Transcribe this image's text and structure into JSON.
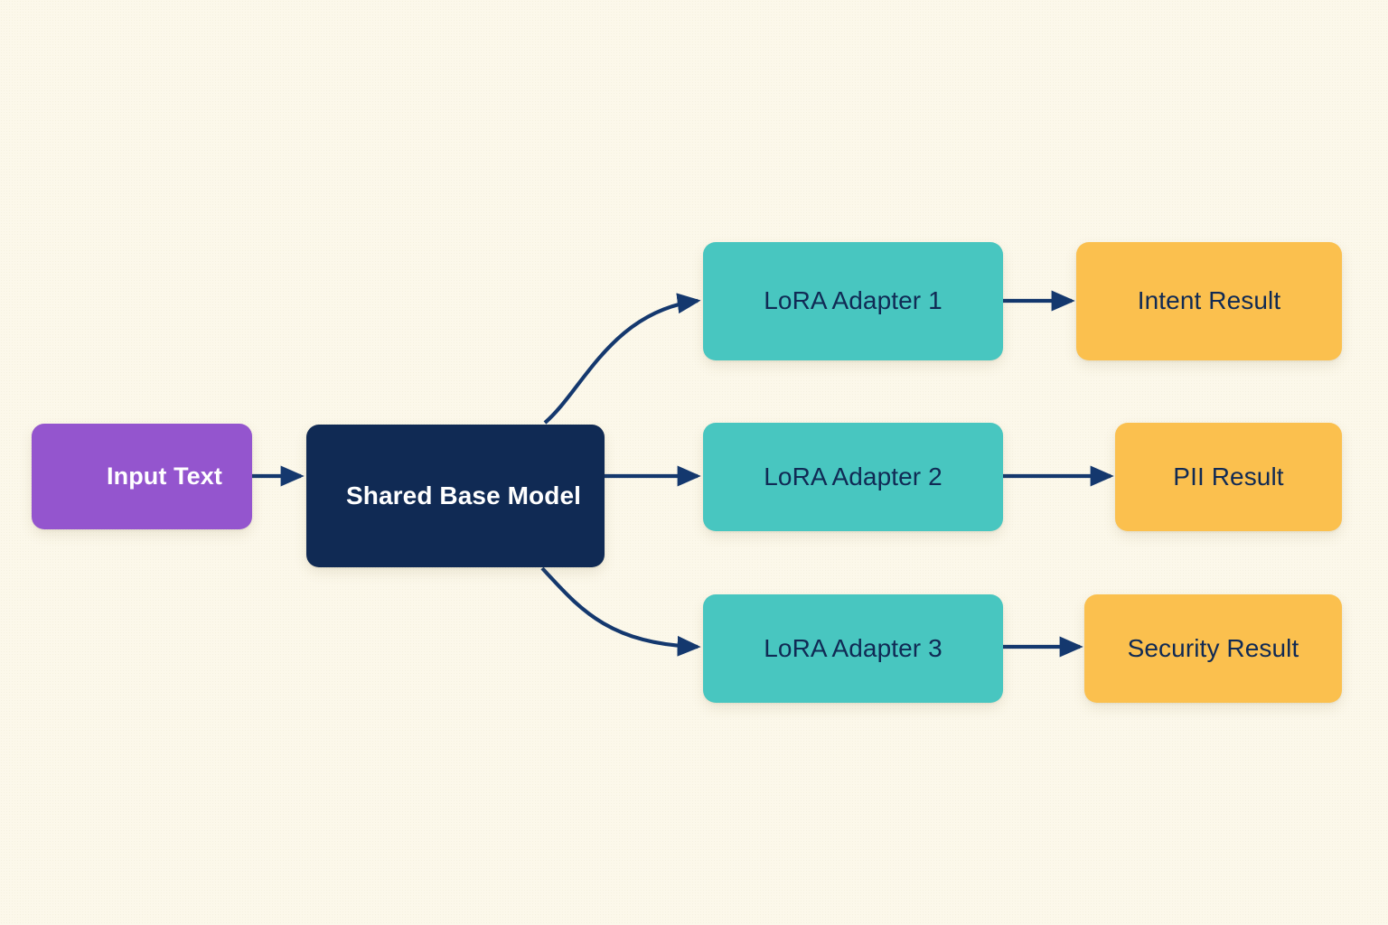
{
  "diagram": {
    "title": "Shared base model with LoRA adapters routing",
    "background_color": "#FCF8EA",
    "edge_color": "#14386E",
    "nodes": [
      {
        "id": "input",
        "label": "Input Text",
        "fill": "#9455CE",
        "text_color": "#FFFFFF",
        "shape": "rounded-rect",
        "align": "center"
      },
      {
        "id": "base",
        "label": "Shared Base Model",
        "fill": "#102A54",
        "text_color": "#FFFFFF",
        "shape": "rounded-rect",
        "align": "left"
      },
      {
        "id": "lora1",
        "label": "LoRA Adapter 1",
        "fill": "#48C6C0",
        "text_color": "#102A54",
        "shape": "rounded-rect",
        "align": "center"
      },
      {
        "id": "lora2",
        "label": "LoRA Adapter 2",
        "fill": "#48C6C0",
        "text_color": "#102A54",
        "shape": "rounded-rect",
        "align": "center"
      },
      {
        "id": "lora3",
        "label": "LoRA Adapter 3",
        "fill": "#48C6C0",
        "text_color": "#102A54",
        "shape": "rounded-rect",
        "align": "center"
      },
      {
        "id": "result1",
        "label": "Intent Result",
        "fill": "#FBC04E",
        "text_color": "#102A54",
        "shape": "rounded-rect",
        "align": "center"
      },
      {
        "id": "result2",
        "label": "PII Result",
        "fill": "#FBC04E",
        "text_color": "#102A54",
        "shape": "rounded-rect",
        "align": "center"
      },
      {
        "id": "result3",
        "label": "Security Result",
        "fill": "#FBC04E",
        "text_color": "#102A54",
        "shape": "rounded-rect",
        "align": "center"
      }
    ],
    "edges": [
      {
        "from": "input",
        "to": "base",
        "style": "straight",
        "arrow": "end"
      },
      {
        "from": "base",
        "to": "lora1",
        "style": "curved",
        "arrow": "end"
      },
      {
        "from": "base",
        "to": "lora2",
        "style": "straight",
        "arrow": "end"
      },
      {
        "from": "base",
        "to": "lora3",
        "style": "curved",
        "arrow": "end"
      },
      {
        "from": "lora1",
        "to": "result1",
        "style": "straight",
        "arrow": "end"
      },
      {
        "from": "lora2",
        "to": "result2",
        "style": "straight",
        "arrow": "end"
      },
      {
        "from": "lora3",
        "to": "result3",
        "style": "straight",
        "arrow": "end"
      }
    ]
  }
}
